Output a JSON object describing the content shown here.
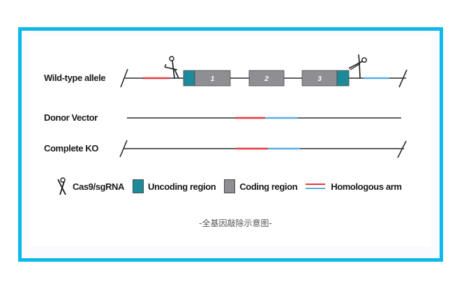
{
  "figure": {
    "title": "Full gene knockout schematic",
    "caption": "-全基因敲除示意图-",
    "frame_color": "#0ab8ec"
  },
  "rows": [
    {
      "label": "Wild-type allele",
      "segments": [
        "left-break",
        "homology-arm-5p",
        "cut-site",
        "uncoding-region",
        "exon-1",
        "exon-2",
        "exon-3",
        "uncoding-region",
        "cut-site",
        "homology-arm-3p",
        "right-break"
      ],
      "exons": [
        {
          "number": "1"
        },
        {
          "number": "2"
        },
        {
          "number": "3"
        }
      ]
    },
    {
      "label": "Donor Vector",
      "segments": [
        "homology-arm-5p",
        "homology-arm-3p"
      ]
    },
    {
      "label": "Complete KO",
      "segments": [
        "left-break",
        "homology-arm-5p",
        "homology-arm-3p",
        "right-break"
      ]
    }
  ],
  "legend": [
    {
      "icon": "scissors-icon",
      "label": "Cas9/sgRNA"
    },
    {
      "icon": "uncoding-swatch",
      "label": "Uncoding region",
      "color": "#1d8a99"
    },
    {
      "icon": "coding-swatch",
      "label": "Coding region",
      "color": "#8e8e93"
    },
    {
      "icon": "homologous-arm-swatch",
      "label": "Homologous arm",
      "colors": [
        "#e8383d",
        "#5aaee0"
      ]
    }
  ],
  "colors": {
    "line": "#2b2b2b",
    "arm_red": "#e8383d",
    "arm_blue": "#5aaee0",
    "uncoding": "#1d8a99",
    "coding": "#8e8e93"
  }
}
